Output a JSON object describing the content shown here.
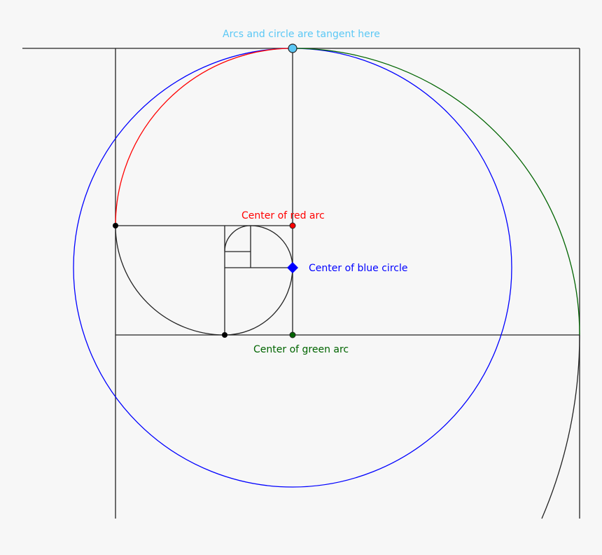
{
  "labels": {
    "tangent": "Arcs and circle are tangent here",
    "red_center": "Center of red arc",
    "blue_center": "Center of blue circle",
    "green_center": "Center of green arc"
  },
  "colors": {
    "background": "#f7f7f7",
    "lines": "#222222",
    "red": "#ff0000",
    "blue": "#0000ff",
    "green": "#006400",
    "tangent_point": "#5bc8f5"
  }
}
